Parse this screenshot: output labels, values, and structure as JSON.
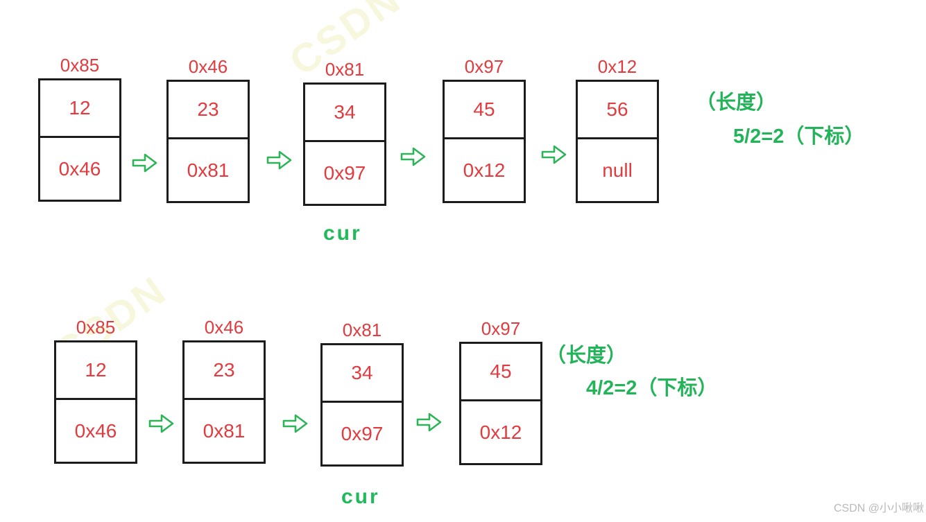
{
  "colors": {
    "node_text_red": "#e23b3f",
    "accent_green": "#23b45a",
    "box_border": "#1c1c1c",
    "watermark_gray": "#b9b9b9",
    "watermark_yellow": "#f3f5cf"
  },
  "background_watermark": "CSDN",
  "diagrams": [
    {
      "name": "linked-list-length-5",
      "nodes": [
        {
          "address": "0x85",
          "value": "12",
          "next": "0x46"
        },
        {
          "address": "0x46",
          "value": "23",
          "next": "0x81"
        },
        {
          "address": "0x81",
          "value": "34",
          "next": "0x97"
        },
        {
          "address": "0x97",
          "value": "45",
          "next": "0x12"
        },
        {
          "address": "0x12",
          "value": "56",
          "next": "null"
        }
      ],
      "cur_label": "cur",
      "annotation_line1": "（长度）",
      "annotation_line2": "5/2=2（下标）"
    },
    {
      "name": "linked-list-length-4",
      "nodes": [
        {
          "address": "0x85",
          "value": "12",
          "next": "0x46"
        },
        {
          "address": "0x46",
          "value": "23",
          "next": "0x81"
        },
        {
          "address": "0x81",
          "value": "34",
          "next": "0x97"
        },
        {
          "address": "0x97",
          "value": "45",
          "next": "0x12"
        }
      ],
      "cur_label": "cur",
      "annotation_line1": "（长度）",
      "annotation_line2": "4/2=2（下标）"
    }
  ],
  "watermark": {
    "text": "CSDN @小小啾啾"
  }
}
